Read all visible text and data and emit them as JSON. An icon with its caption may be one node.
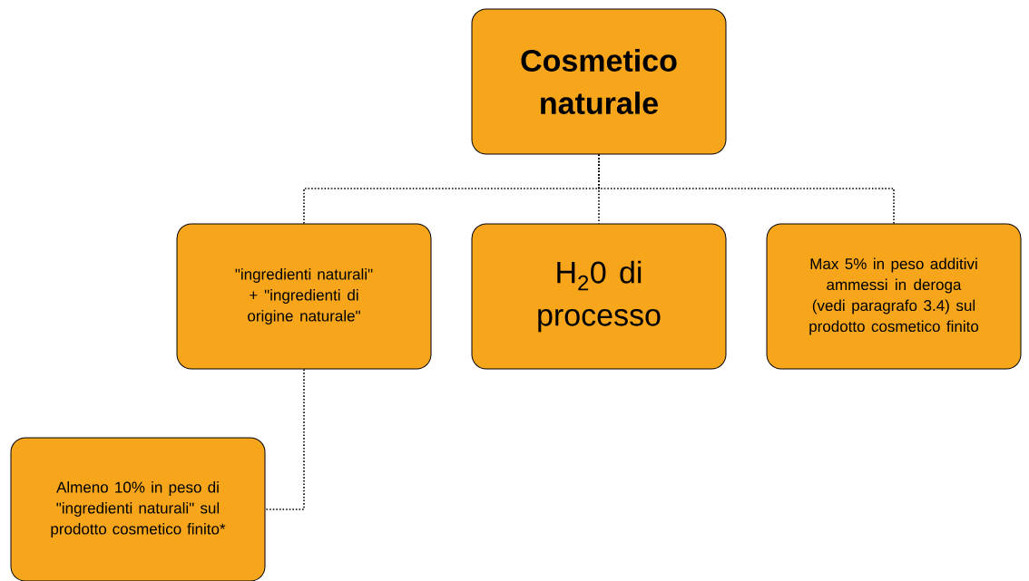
{
  "diagram": {
    "nodes": [
      {
        "text": [
          "Cosmetico naturale"
        ]
      },
      {
        "text": [
          "\"ingredienti naturali\" + \"ingredienti di origine naturale\""
        ]
      },
      {
        "text": [
          "H$_{2}$0 di processo"
        ]
      },
      {
        "text": [
          "Max 5% in peso additivi ammessi in deroga (vedi paragrafo 3.4) sul prodotto cosmetico finito"
        ]
      },
      {
        "text": [
          "Almeno 10% in peso di \"ingredienti naturali\" sul prodotto cosmetico finito*"
        ]
      }
    ],
    "edges": [
      {
        "from": 0,
        "to": 1,
        "arrow": "none"
      },
      {
        "from": 0,
        "to": 2,
        "arrow": "none"
      },
      {
        "from": 0,
        "to": 3,
        "arrow": "none"
      },
      {
        "from": 1,
        "to": 4,
        "arrow": "none"
      }
    ]
  }
}
